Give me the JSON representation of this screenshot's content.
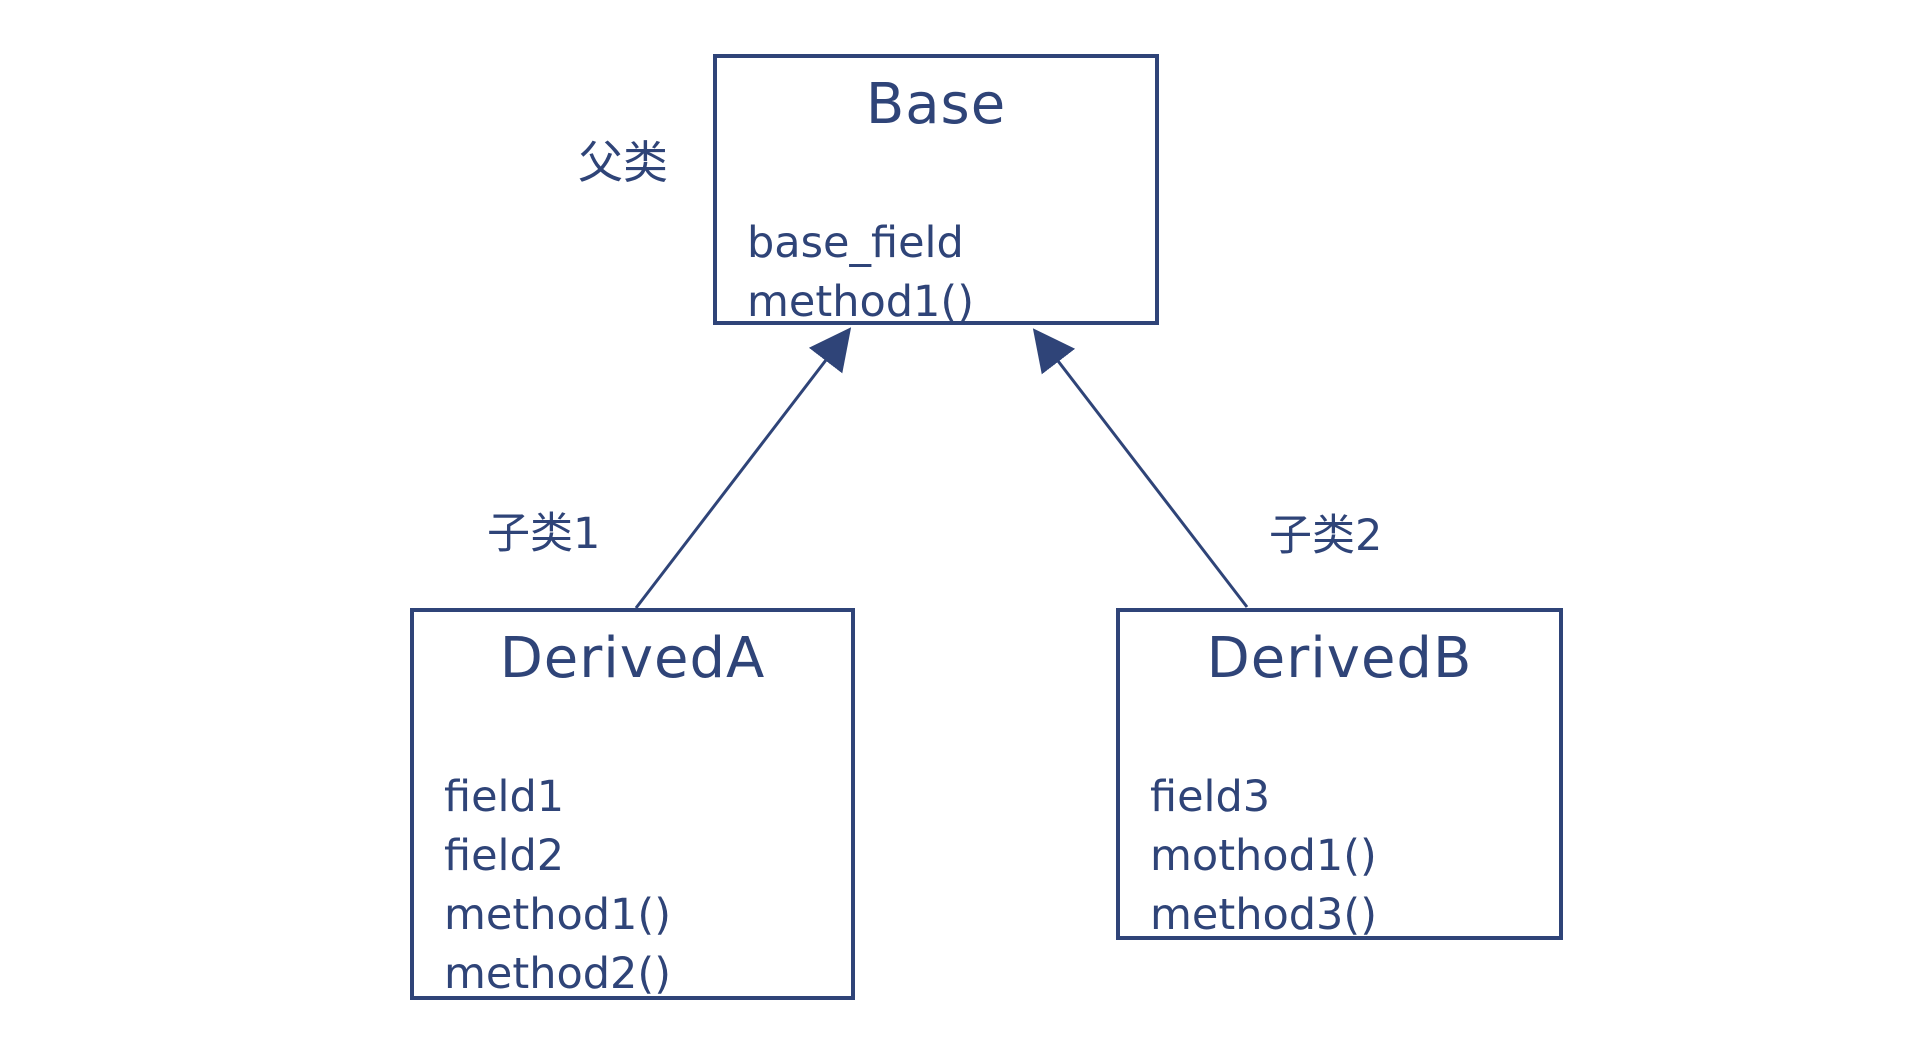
{
  "colors": {
    "accent": "#2f4478",
    "background": "#ffffff"
  },
  "annotations": {
    "parent_label": "父类",
    "child1_label": "子类1",
    "child2_label": "子类2"
  },
  "classes": {
    "base": {
      "title": "Base",
      "members": [
        "base_field",
        "method1()"
      ]
    },
    "derived_a": {
      "title": "DerivedA",
      "members": [
        "field1",
        "field2",
        "method1()",
        "method2()"
      ]
    },
    "derived_b": {
      "title": "DerivedB",
      "members": [
        "field3",
        "mothod1()",
        "method3()"
      ]
    }
  },
  "relations": [
    {
      "from": "DerivedA",
      "to": "Base",
      "type": "inheritance"
    },
    {
      "from": "DerivedB",
      "to": "Base",
      "type": "inheritance"
    }
  ]
}
